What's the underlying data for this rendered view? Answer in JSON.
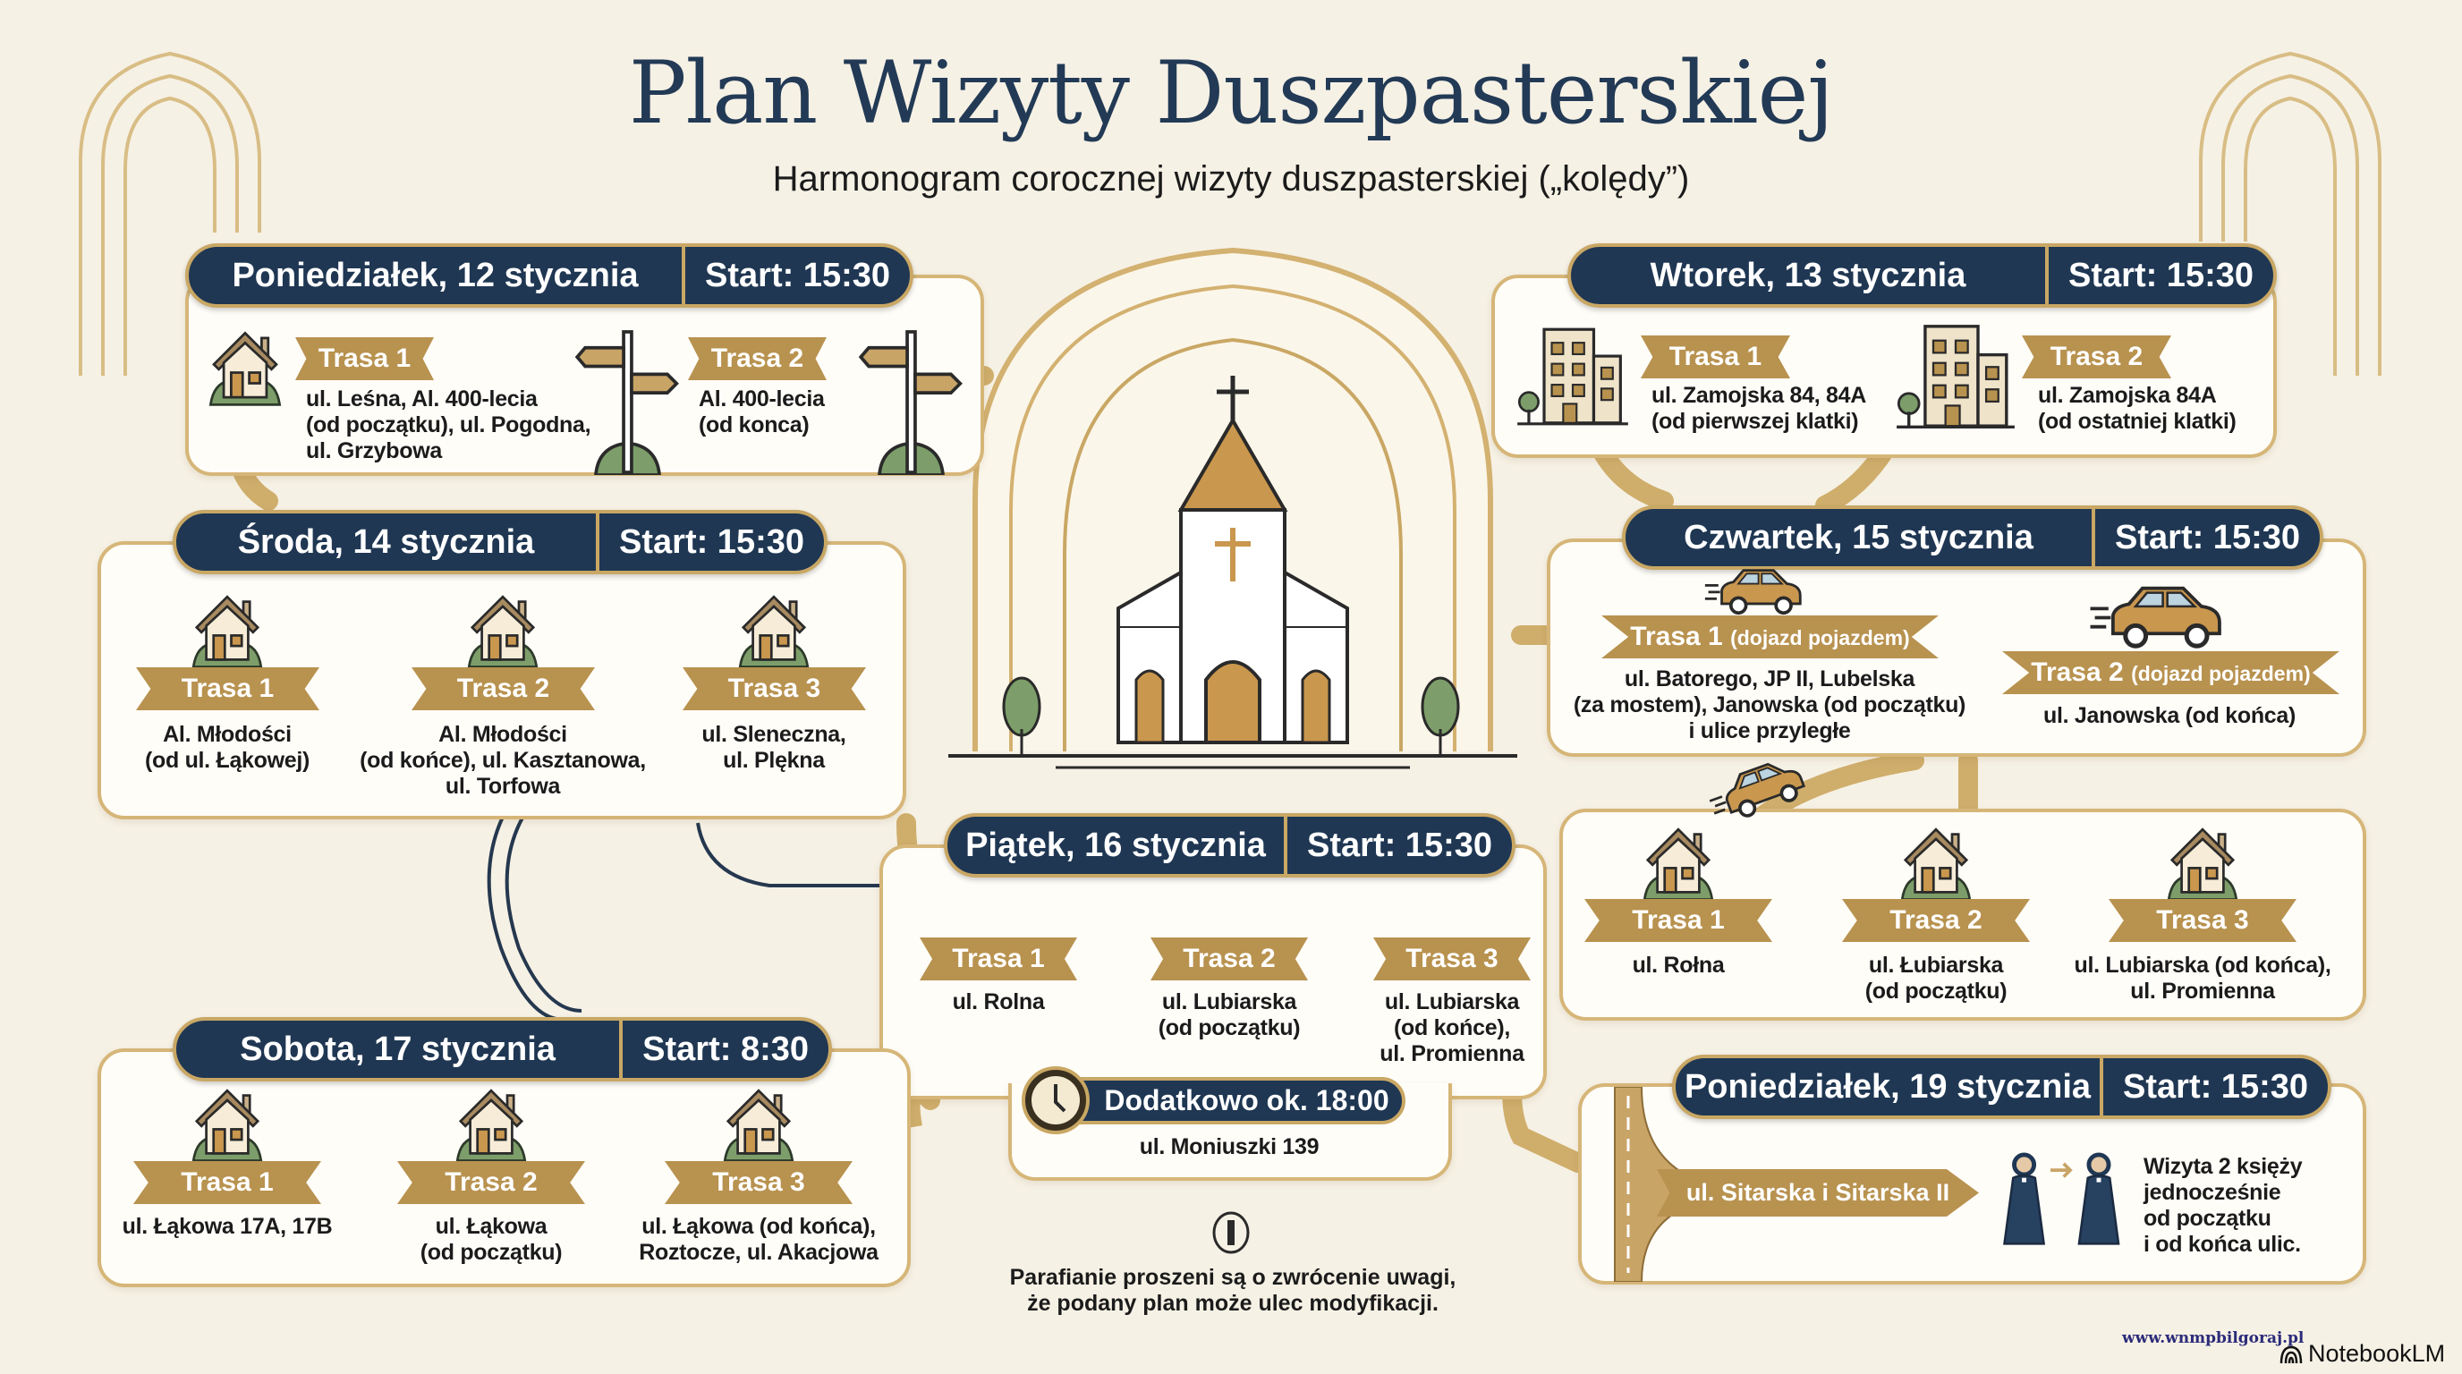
{
  "title": "Plan Wizyty Duszpasterskiej",
  "subtitle": "Harmonogram corocznej wizyty duszpasterskiej („kolędy”)",
  "colors": {
    "navy": "#1f3753",
    "gold": "#b8924f",
    "gold_border": "#d6b678",
    "background": "#f6f1e5",
    "green": "#7d9e6a"
  },
  "days": {
    "mon12": {
      "day": "Poniedziałek, 12 stycznia",
      "start": "Start: 15:30",
      "routes": [
        {
          "label": "Trasa 1",
          "text": "ul. Leśna, Al. 400-lecia\n(od początku), ul. Pogodna,\nul. Grzybowa",
          "icon": "house-icon"
        },
        {
          "label": "Trasa 2",
          "text": "Al. 400-lecia\n(od konca)",
          "icon": "signpost-icon"
        }
      ]
    },
    "tue13": {
      "day": "Wtorek, 13 stycznia",
      "start": "Start: 15:30",
      "routes": [
        {
          "label": "Trasa 1",
          "text": "ul. Zamojska 84, 84A\n(od pierwszej klatki)",
          "icon": "apartment-building-icon"
        },
        {
          "label": "Trasa 2",
          "text": "ul. Zamojska 84A\n(od ostatniej klatki)",
          "icon": "apartment-building-icon"
        }
      ]
    },
    "wed14": {
      "day": "Środa, 14 stycznia",
      "start": "Start: 15:30",
      "routes": [
        {
          "label": "Trasa 1",
          "text": "Al. Młodości\n(od ul. Łąkowej)"
        },
        {
          "label": "Trasa 2",
          "text": "Al. Młodości\n(od końce), ul. Kasztanowa,\nul. Torfowa"
        },
        {
          "label": "Trasa 3",
          "text": "ul. Sleneczna,\nul. Plękna"
        }
      ]
    },
    "thu15": {
      "day": "Czwartek, 15 stycznia",
      "start": "Start: 15:30",
      "routes": [
        {
          "label": "Trasa 1",
          "suffix": "(dojazd pojazdem)",
          "text": "ul. Batorego, JP II, Lubelska\n(za mostem), Janowska (od początku)\ni ulice przyległe"
        },
        {
          "label": "Trasa 2",
          "suffix": "(dojazd pojazdem)",
          "text": "ul. Janowska (od końca)"
        }
      ],
      "routes_continued": [
        {
          "label": "Trasa 1",
          "text": "ul. Rołna"
        },
        {
          "label": "Trasa 2",
          "text": "ul. Łubiarska\n(od początku)"
        },
        {
          "label": "Trasa 3",
          "text": "ul. Lubiarska (od końca),\nul. Promienna"
        }
      ]
    },
    "fri16": {
      "day": "Piątek, 16 stycznia",
      "start": "Start: 15:30",
      "routes": [
        {
          "label": "Trasa 1",
          "text": "ul. Rolna"
        },
        {
          "label": "Trasa 2",
          "text": "ul. Lubiarska\n(od początku)"
        },
        {
          "label": "Trasa 3",
          "text": "ul. Lubiarska\n(od końce),\nul. Promienna"
        }
      ],
      "extra": {
        "label": "Dodatkowo ok. 18:00",
        "text": "ul. Moniuszki 139"
      }
    },
    "sat17": {
      "day": "Sobota, 17 stycznia",
      "start": "Start: 8:30",
      "routes": [
        {
          "label": "Trasa 1",
          "text": "ul. Łąkowa 17A, 17B"
        },
        {
          "label": "Trasa 2",
          "text": "ul. Łąkowa\n(od początku)"
        },
        {
          "label": "Trasa 3",
          "text": "ul. Łąkowa (od końca),\nRoztocze, ul. Akacjowa"
        }
      ]
    },
    "mon19": {
      "day": "Poniedziałek, 19 stycznia",
      "start": "Start: 15:30",
      "street": "ul. Sitarska i Sitarska II",
      "note": "Wizyta 2 księży\njednocześnie\nod początku\ni od końca ulic."
    }
  },
  "footer_note": "Parafianie proszeni są o zwrócenie uwagi,\nże podany plan może ulec modyfikacji.",
  "watermark": "www.wnmpbilgoraj.pl",
  "brand": "NotebookLM"
}
